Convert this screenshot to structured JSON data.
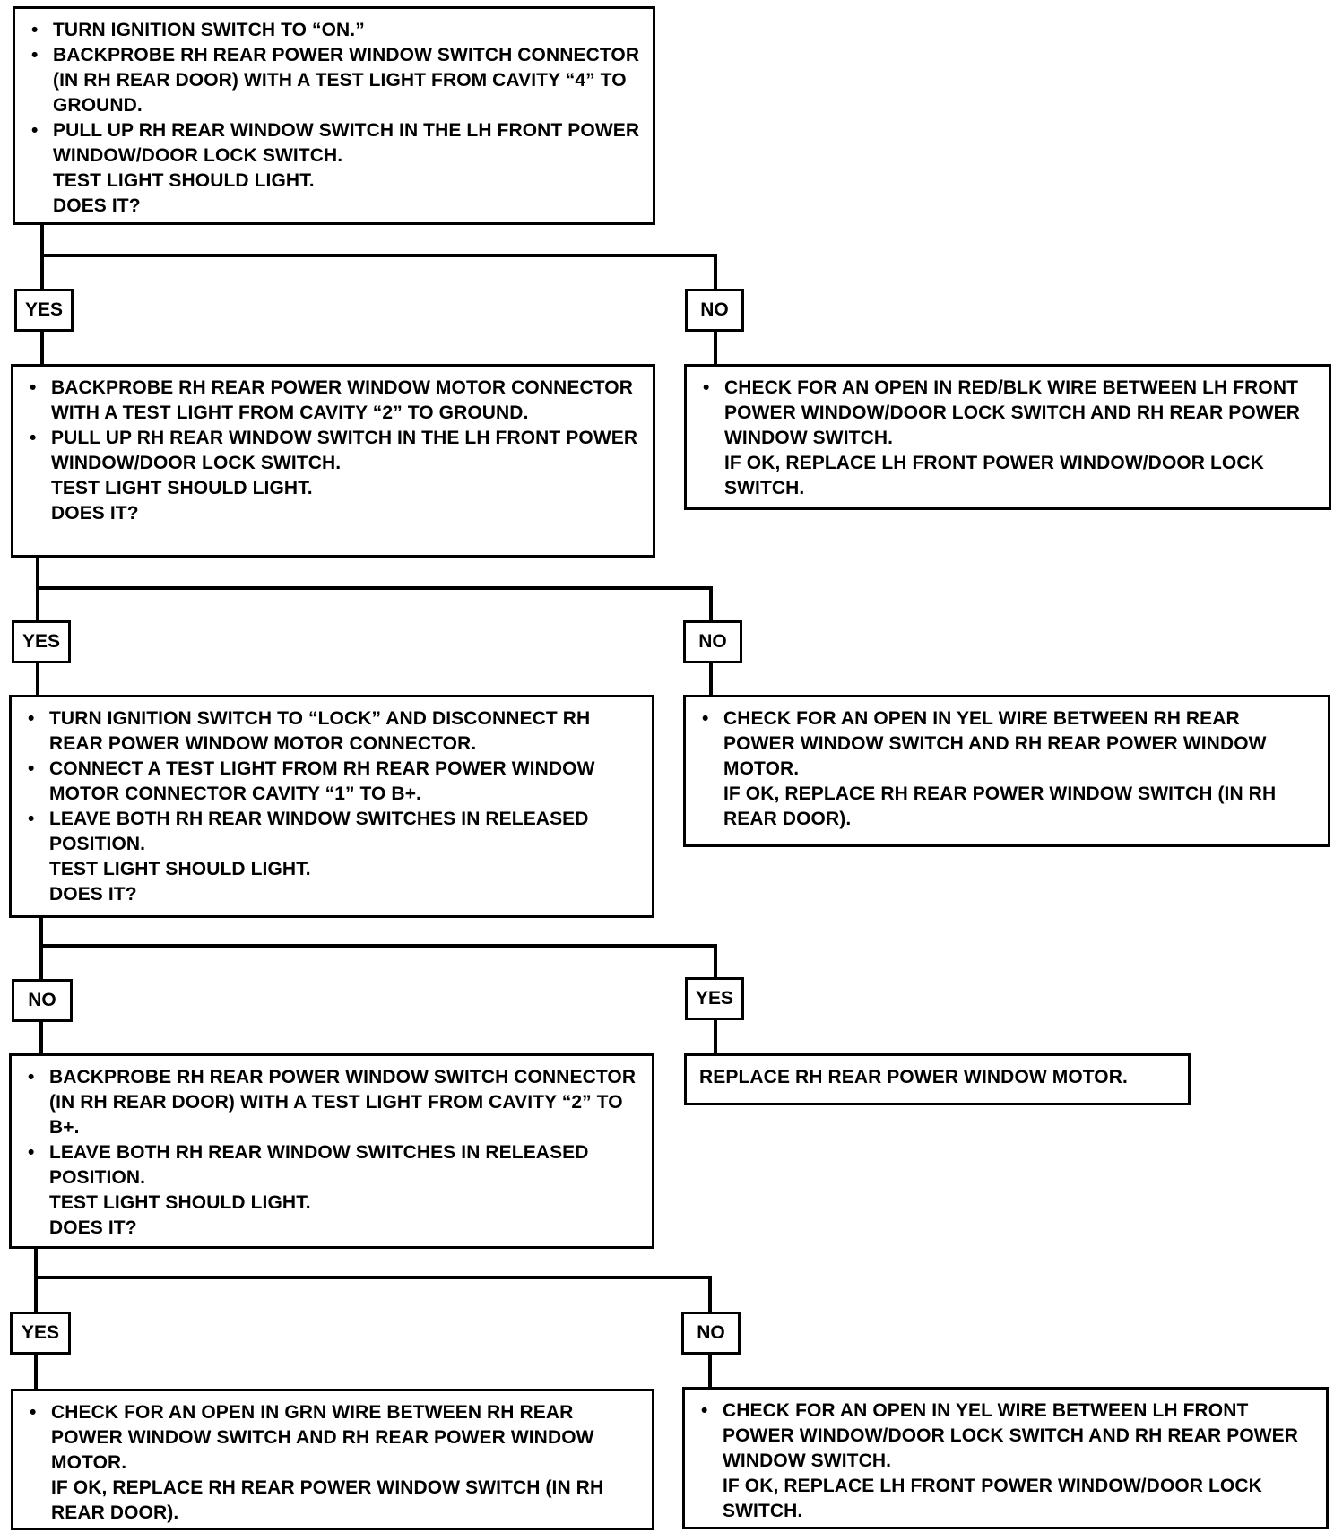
{
  "flowchart": {
    "step1": {
      "bullets": [
        "TURN IGNITION SWITCH TO “ON.”",
        "BACKPROBE RH REAR POWER WINDOW SWITCH CONNECTOR (IN RH REAR DOOR) WITH A TEST LIGHT FROM CAVITY “4” TO GROUND.",
        "PULL UP RH REAR WINDOW SWITCH IN THE LH FRONT POWER WINDOW/DOOR LOCK SWITCH."
      ],
      "lines": [
        "TEST LIGHT SHOULD LIGHT.",
        "DOES IT?"
      ]
    },
    "step1_yes_label": "YES",
    "step1_no_label": "NO",
    "step1_no_result": {
      "bullets": [
        "CHECK FOR AN OPEN IN RED/BLK WIRE BETWEEN LH FRONT POWER WINDOW/DOOR LOCK SWITCH AND RH REAR POWER WINDOW SWITCH."
      ],
      "lines": [
        "IF OK, REPLACE LH FRONT POWER WINDOW/DOOR LOCK SWITCH."
      ]
    },
    "step2": {
      "bullets": [
        "BACKPROBE RH REAR POWER WINDOW MOTOR CONNECTOR WITH A TEST LIGHT FROM CAVITY “2” TO GROUND.",
        "PULL UP RH REAR WINDOW SWITCH IN THE LH FRONT POWER WINDOW/DOOR LOCK SWITCH."
      ],
      "lines": [
        "TEST LIGHT SHOULD LIGHT.",
        "DOES IT?"
      ]
    },
    "step2_yes_label": "YES",
    "step2_no_label": "NO",
    "step2_no_result": {
      "bullets": [
        "CHECK FOR AN OPEN IN YEL WIRE BETWEEN RH REAR POWER WINDOW SWITCH AND RH REAR POWER WINDOW MOTOR."
      ],
      "lines": [
        "IF OK, REPLACE RH REAR POWER WINDOW SWITCH (IN RH REAR DOOR)."
      ]
    },
    "step3": {
      "bullets": [
        "TURN IGNITION SWITCH TO “LOCK” AND DISCONNECT RH REAR POWER WINDOW MOTOR CONNECTOR.",
        "CONNECT A TEST LIGHT FROM RH REAR POWER WINDOW MOTOR CONNECTOR CAVITY “1” TO B+.",
        "LEAVE BOTH RH REAR WINDOW SWITCHES IN RELEASED POSITION."
      ],
      "lines": [
        "TEST LIGHT SHOULD LIGHT.",
        "DOES IT?"
      ]
    },
    "step3_no_label": "NO",
    "step3_yes_label": "YES",
    "step3_yes_result": "REPLACE RH REAR POWER WINDOW MOTOR.",
    "step4": {
      "bullets": [
        "BACKPROBE RH REAR POWER WINDOW SWITCH CONNECTOR (IN RH REAR DOOR) WITH A TEST LIGHT FROM CAVITY “2” TO B+.",
        "LEAVE BOTH RH REAR WINDOW SWITCHES IN RELEASED POSITION."
      ],
      "lines": [
        "TEST LIGHT SHOULD LIGHT.",
        "DOES IT?"
      ]
    },
    "step4_yes_label": "YES",
    "step4_no_label": "NO",
    "step4_yes_result": {
      "bullets": [
        "CHECK FOR AN OPEN IN GRN WIRE BETWEEN RH REAR POWER WINDOW SWITCH AND RH REAR POWER WINDOW MOTOR."
      ],
      "lines": [
        "IF OK, REPLACE RH REAR POWER WINDOW SWITCH (IN RH REAR DOOR)."
      ]
    },
    "step4_no_result": {
      "bullets": [
        "CHECK FOR AN OPEN IN YEL WIRE BETWEEN LH FRONT POWER WINDOW/DOOR LOCK SWITCH AND RH REAR POWER WINDOW SWITCH."
      ],
      "lines": [
        "IF OK, REPLACE LH FRONT POWER WINDOW/DOOR LOCK SWITCH."
      ]
    }
  }
}
